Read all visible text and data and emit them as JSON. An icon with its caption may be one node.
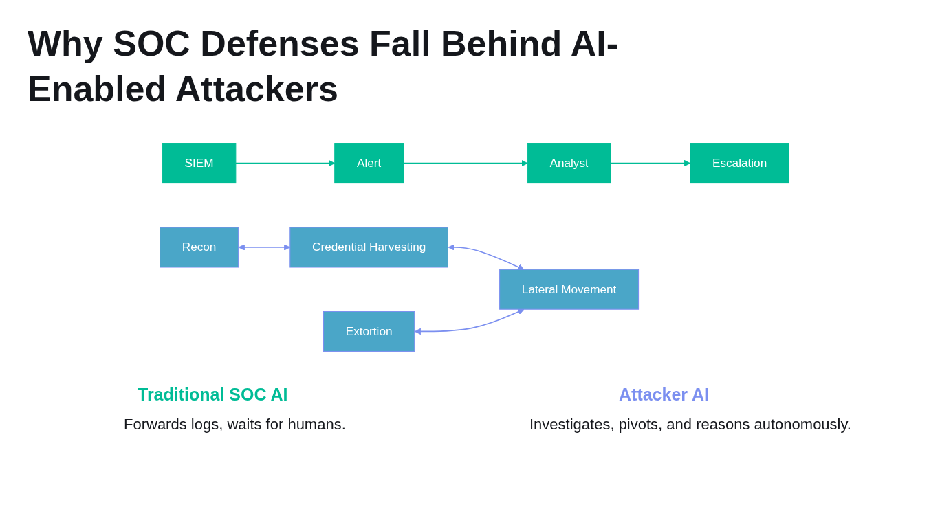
{
  "diagram": {
    "title": "Why SOC Defenses Fall Behind AI-Enabled Attackers",
    "nodes": [
      {
        "text": [
          "SIEM"
        ]
      },
      {
        "text": [
          "Alert"
        ]
      },
      {
        "text": [
          "Analyst"
        ]
      },
      {
        "text": [
          "Escalation"
        ]
      },
      {
        "text": [
          "Recon"
        ]
      },
      {
        "text": [
          "Credential Harvesting"
        ]
      },
      {
        "text": [
          "Lateral Movement"
        ]
      },
      {
        "text": [
          "Extortion"
        ]
      }
    ],
    "edges": [
      {
        "from": 0,
        "to": 1,
        "arrow": "to"
      },
      {
        "from": 1,
        "to": 2,
        "arrow": "to"
      },
      {
        "from": 2,
        "to": 3,
        "arrow": "to"
      },
      {
        "from": 4,
        "to": 5,
        "arrow": "both",
        "color": "#7b8ff0"
      },
      {
        "from": 5,
        "to": 6,
        "arrow": "both",
        "color": "#7b8ff0"
      },
      {
        "from": 7,
        "to": 6,
        "arrow": "both",
        "color": "#7b8ff0"
      }
    ],
    "labels": [
      "Attacker AI",
      "Traditional SOC AI",
      "Investigates, pivots, and reasons autonomously.",
      "Forwards logs, waits for humans."
    ]
  }
}
